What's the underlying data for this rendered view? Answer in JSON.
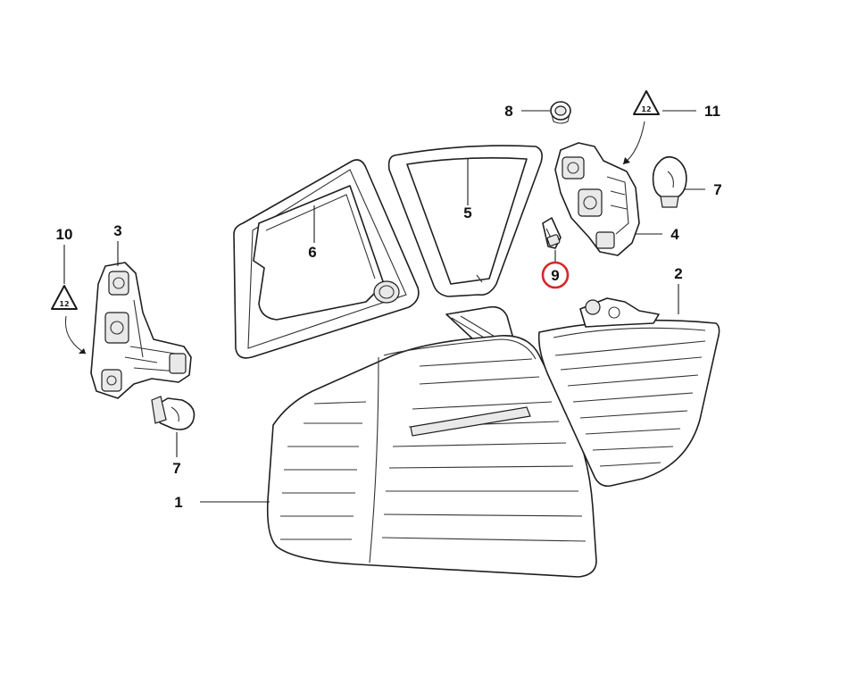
{
  "diagram": {
    "callouts": {
      "c1": "1",
      "c2": "2",
      "c3": "3",
      "c4": "4",
      "c5": "5",
      "c6": "6",
      "c7a": "7",
      "c7b": "7",
      "c8": "8",
      "c9": "9",
      "c10": "10",
      "c11": "11"
    },
    "highlighted_callout": "9",
    "highlight_color": "#d42828",
    "icons": {
      "warning_left": "warning-triangle-icon",
      "warning_right": "warning-triangle-icon"
    }
  }
}
